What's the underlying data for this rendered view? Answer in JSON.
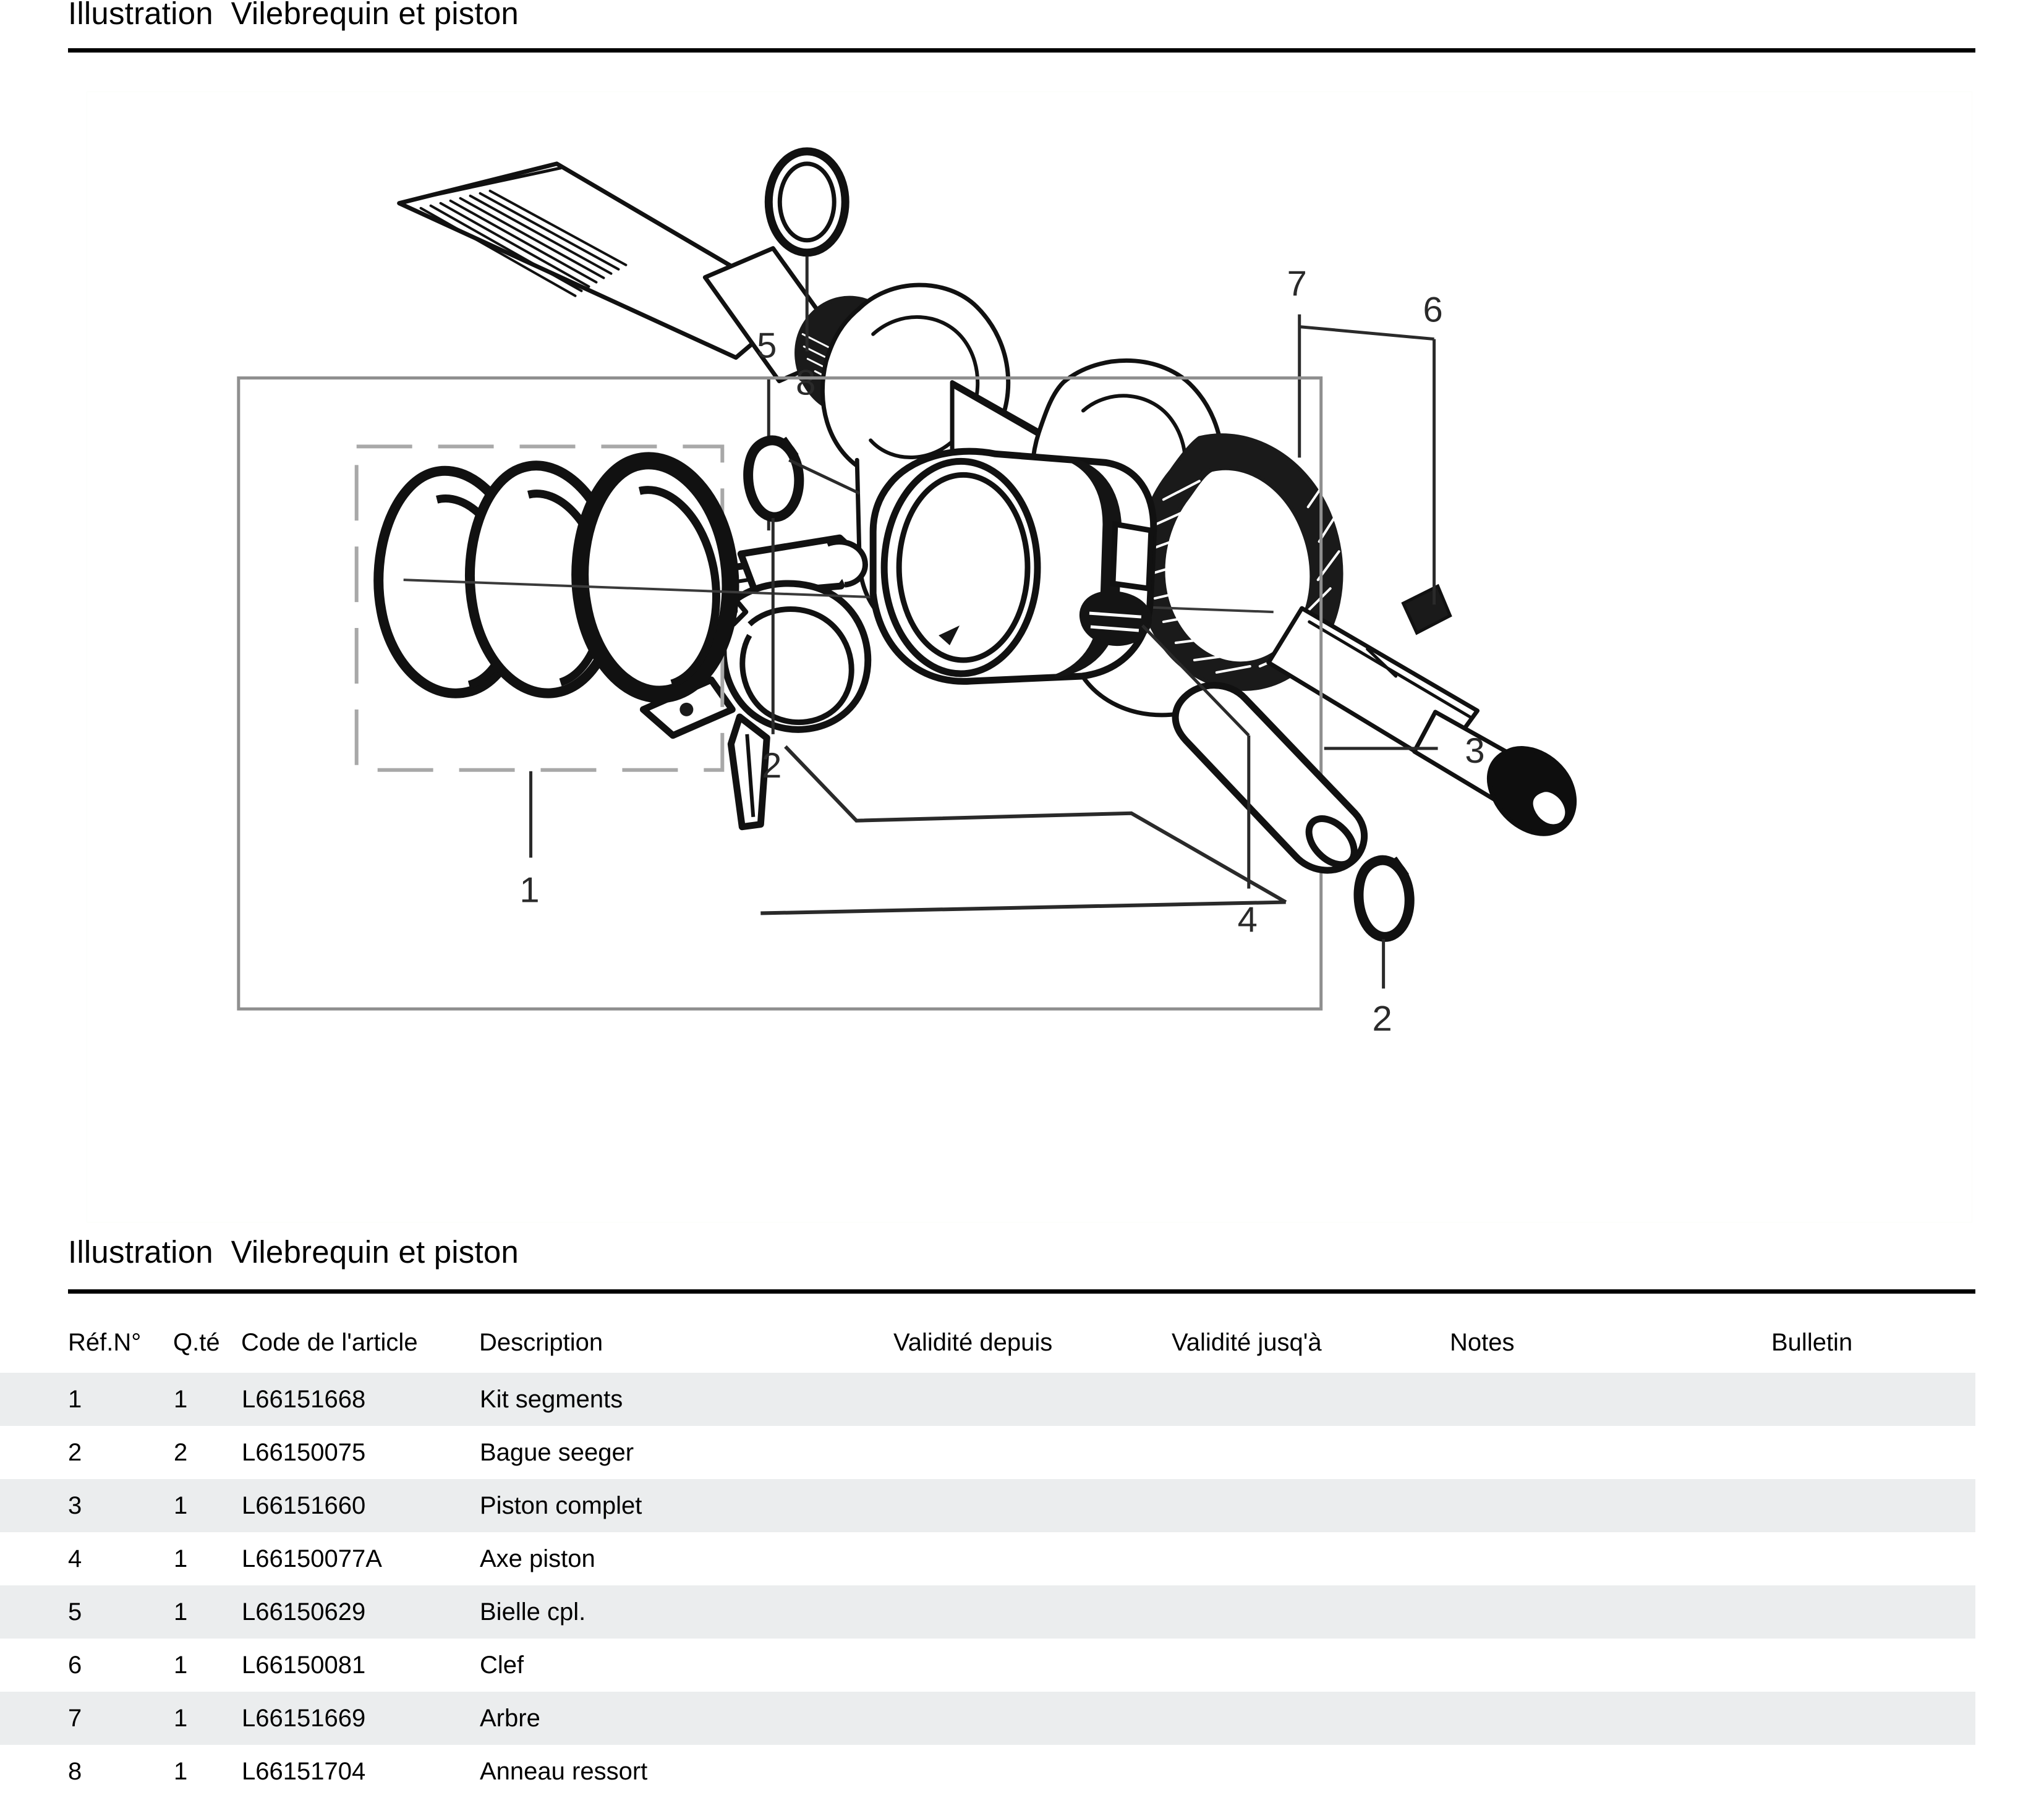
{
  "page": {
    "title_top": "Illustration  Vilebrequin et piston",
    "title_bottom": "Illustration  Vilebrequin et piston"
  },
  "illustration": {
    "alt": "Exploded view of crankshaft and piston assembly",
    "callouts": [
      {
        "id": "callout-1",
        "label": "1",
        "part": "Kit segments"
      },
      {
        "id": "callout-2a",
        "label": "2",
        "part": "Bague seeger"
      },
      {
        "id": "callout-2b",
        "label": "2",
        "part": "Bague seeger"
      },
      {
        "id": "callout-3",
        "label": "3",
        "part": "Piston complet"
      },
      {
        "id": "callout-4",
        "label": "4",
        "part": "Axe piston"
      },
      {
        "id": "callout-5",
        "label": "5",
        "part": "Bielle cpl."
      },
      {
        "id": "callout-6",
        "label": "6",
        "part": "Clef"
      },
      {
        "id": "callout-7",
        "label": "7",
        "part": "Arbre"
      },
      {
        "id": "callout-8",
        "label": "8",
        "part": "Anneau ressort"
      }
    ]
  },
  "table": {
    "headers": {
      "ref": "Réf.N°",
      "qty": "Q.té",
      "code": "Code de l'article",
      "description": "Description",
      "valid_from": "Validité depuis",
      "valid_to": "Validité jusq'à",
      "notes": "Notes",
      "bulletin": "Bulletin"
    },
    "rows": [
      {
        "ref": "1",
        "qty": "1",
        "code": "L66151668",
        "description": "Kit segments",
        "valid_from": "",
        "valid_to": "",
        "notes": "",
        "bulletin": ""
      },
      {
        "ref": "2",
        "qty": "2",
        "code": "L66150075",
        "description": "Bague seeger",
        "valid_from": "",
        "valid_to": "",
        "notes": "",
        "bulletin": ""
      },
      {
        "ref": "3",
        "qty": "1",
        "code": "L66151660",
        "description": "Piston complet",
        "valid_from": "",
        "valid_to": "",
        "notes": "",
        "bulletin": ""
      },
      {
        "ref": "4",
        "qty": "1",
        "code": "L66150077A",
        "description": "Axe piston",
        "valid_from": "",
        "valid_to": "",
        "notes": "",
        "bulletin": ""
      },
      {
        "ref": "5",
        "qty": "1",
        "code": "L66150629",
        "description": "Bielle cpl.",
        "valid_from": "",
        "valid_to": "",
        "notes": "",
        "bulletin": ""
      },
      {
        "ref": "6",
        "qty": "1",
        "code": "L66150081",
        "description": "Clef",
        "valid_from": "",
        "valid_to": "",
        "notes": "",
        "bulletin": ""
      },
      {
        "ref": "7",
        "qty": "1",
        "code": "L66151669",
        "description": "Arbre",
        "valid_from": "",
        "valid_to": "",
        "notes": "",
        "bulletin": ""
      },
      {
        "ref": "8",
        "qty": "1",
        "code": "L66151704",
        "description": "Anneau ressort",
        "valid_from": "",
        "valid_to": "",
        "notes": "",
        "bulletin": ""
      }
    ]
  },
  "colors": {
    "text": "#000000",
    "rule": "#000000",
    "row_stripe": "#ebedee",
    "frame": "#fbfdfa",
    "inner_box": "#a8a8a8"
  }
}
